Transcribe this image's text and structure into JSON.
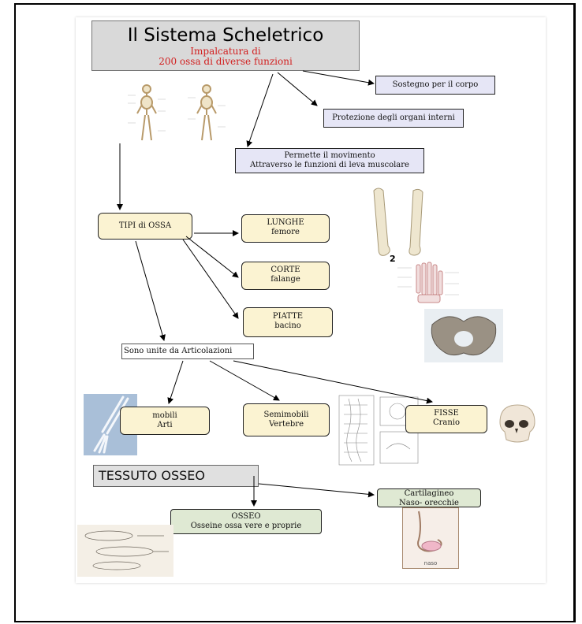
{
  "title": {
    "main": "Il Sistema Scheletrico",
    "sub1": "Impalcatura di",
    "sub2": "200 ossa di diverse funzioni"
  },
  "functions": {
    "sostegno": "Sostegno per il corpo",
    "protezione": "Protezione degli organi interni",
    "movimento1": "Permette il movimento",
    "movimento2": "Attraverso le funzioni di leva muscolare"
  },
  "tipi": {
    "label": "TIPI di OSSA",
    "lunghe_l1": "LUNGHE",
    "lunghe_l2": "femore",
    "corte_l1": "CORTE",
    "corte_l2": "falange",
    "piatte_l1": "PIATTE",
    "piatte_l2": "bacino",
    "number": "2"
  },
  "articolazioni": {
    "label": "Sono unite da Articolazioni",
    "mobili_l1": "mobili",
    "mobili_l2": "Arti",
    "semimobili_l1": "Semimobili",
    "semimobili_l2": "Vertebre",
    "fisse_l1": "FISSE",
    "fisse_l2": "Cranio"
  },
  "tessuto": {
    "label": "TESSUTO OSSEO",
    "osseo_l1": "OSSEO",
    "osseo_l2": "Osseine ossa vere e proprie",
    "cart_l1": "Cartilagineo",
    "cart_l2": "Naso- orecchie",
    "naso_caption": "naso"
  },
  "colors": {
    "title_bg": "#d9d9d9",
    "subtitle_red": "#d22020",
    "blue_box": "#e6e6f6",
    "yellow_box": "#fbf3d2",
    "green_box": "#dfe9d3"
  }
}
